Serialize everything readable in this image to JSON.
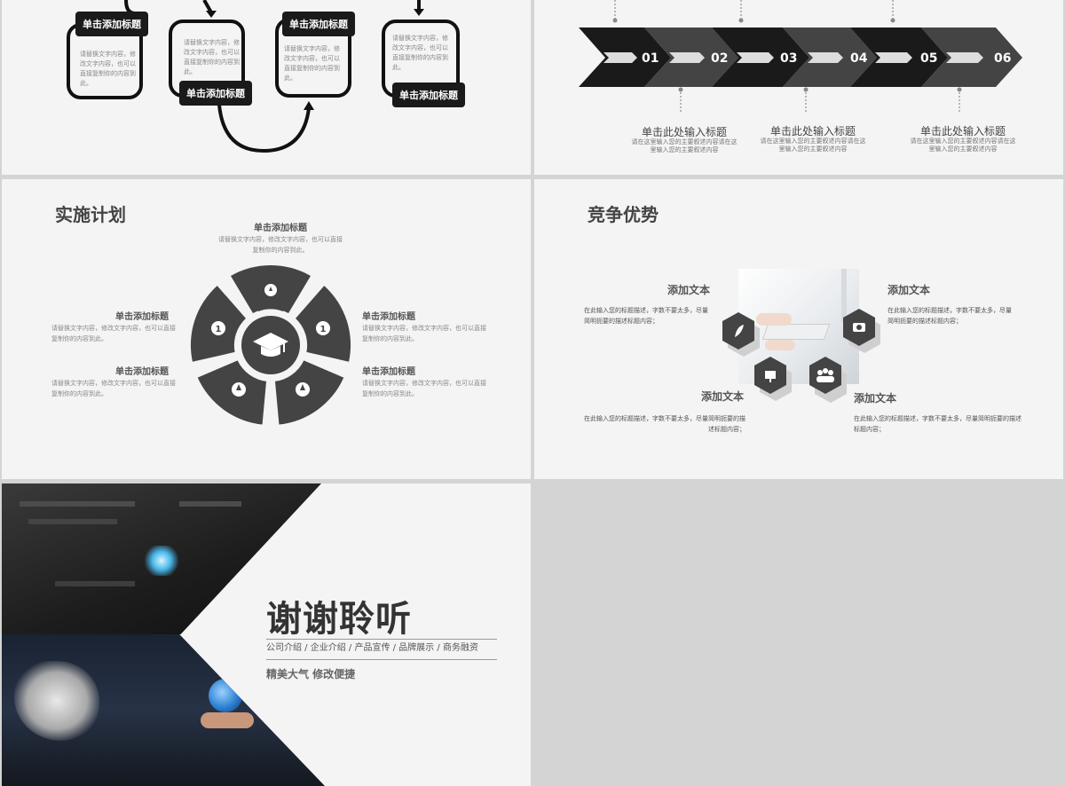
{
  "slide1": {
    "labels": [
      "单击添加标题",
      "单击添加标题",
      "单击添加标题",
      "单击添加标题"
    ],
    "texts": [
      "请替换文字内容，修改文字内容，也可以直接复制你的内容到此。",
      "请替换文字内容，修改文字内容，也可以直接复制你的内容到此。",
      "请替换文字内容，修改文字内容，也可以直接复制你的内容到此。",
      "请替换文字内容，修改文字内容，也可以直接复制你的内容到此。"
    ]
  },
  "slide2": {
    "steps": [
      "01",
      "02",
      "03",
      "04",
      "05",
      "06"
    ],
    "titles": [
      "单击此处输入标题",
      "单击此处输入标题",
      "单击此处输入标题"
    ],
    "subs": [
      "请在这里输入您的主要叙述内容请在这里输入您的主要叙述内容",
      "请在这里输入您的主要叙述内容请在这里输入您的主要叙述内容",
      "请在这里输入您的主要叙述内容请在这里输入您的主要叙述内容"
    ]
  },
  "slide3": {
    "title": "实施计划",
    "items": [
      {
        "label": "单击添加标题",
        "text": "请替换文字内容，修改文字内容，也可以直接复制你的内容到此。"
      },
      {
        "label": "单击添加标题",
        "text": "请替换文字内容，修改文字内容，也可以直接复制你的内容到此。"
      },
      {
        "label": "单击添加标题",
        "text": "请替换文字内容，修改文字内容，也可以直接复制你的内容到此。"
      },
      {
        "label": "单击添加标题",
        "text": "请替换文字内容，修改文字内容，也可以直接复制你的内容到此。"
      },
      {
        "label": "单击添加标题",
        "text": "请替换文字内容，修改文字内容，也可以直接复制你的内容到此。"
      }
    ]
  },
  "slide4": {
    "title": "竞争优势",
    "items": [
      {
        "label": "添加文本",
        "text": "在此输入您的标题描述，字数不要太多，尽量简明扼要的描述标题内容；"
      },
      {
        "label": "添加文本",
        "text": "在此输入您的标题描述，字数不要太多，尽量简明扼要的描述标题内容；"
      },
      {
        "label": "添加文本",
        "text": "在此输入您的标题描述，字数不要太多，尽量简明扼要的描述标题内容；"
      },
      {
        "label": "添加文本",
        "text": "在此输入您的标题描述，字数不要太多，尽量简明扼要的描述标题内容；"
      }
    ]
  },
  "slide5": {
    "title": "谢谢聆听",
    "subtitle": "公司介绍 / 企业介绍 / 产品宣传 / 品牌展示 / 商务融资",
    "tagline": "精美大气  修改便捷"
  }
}
